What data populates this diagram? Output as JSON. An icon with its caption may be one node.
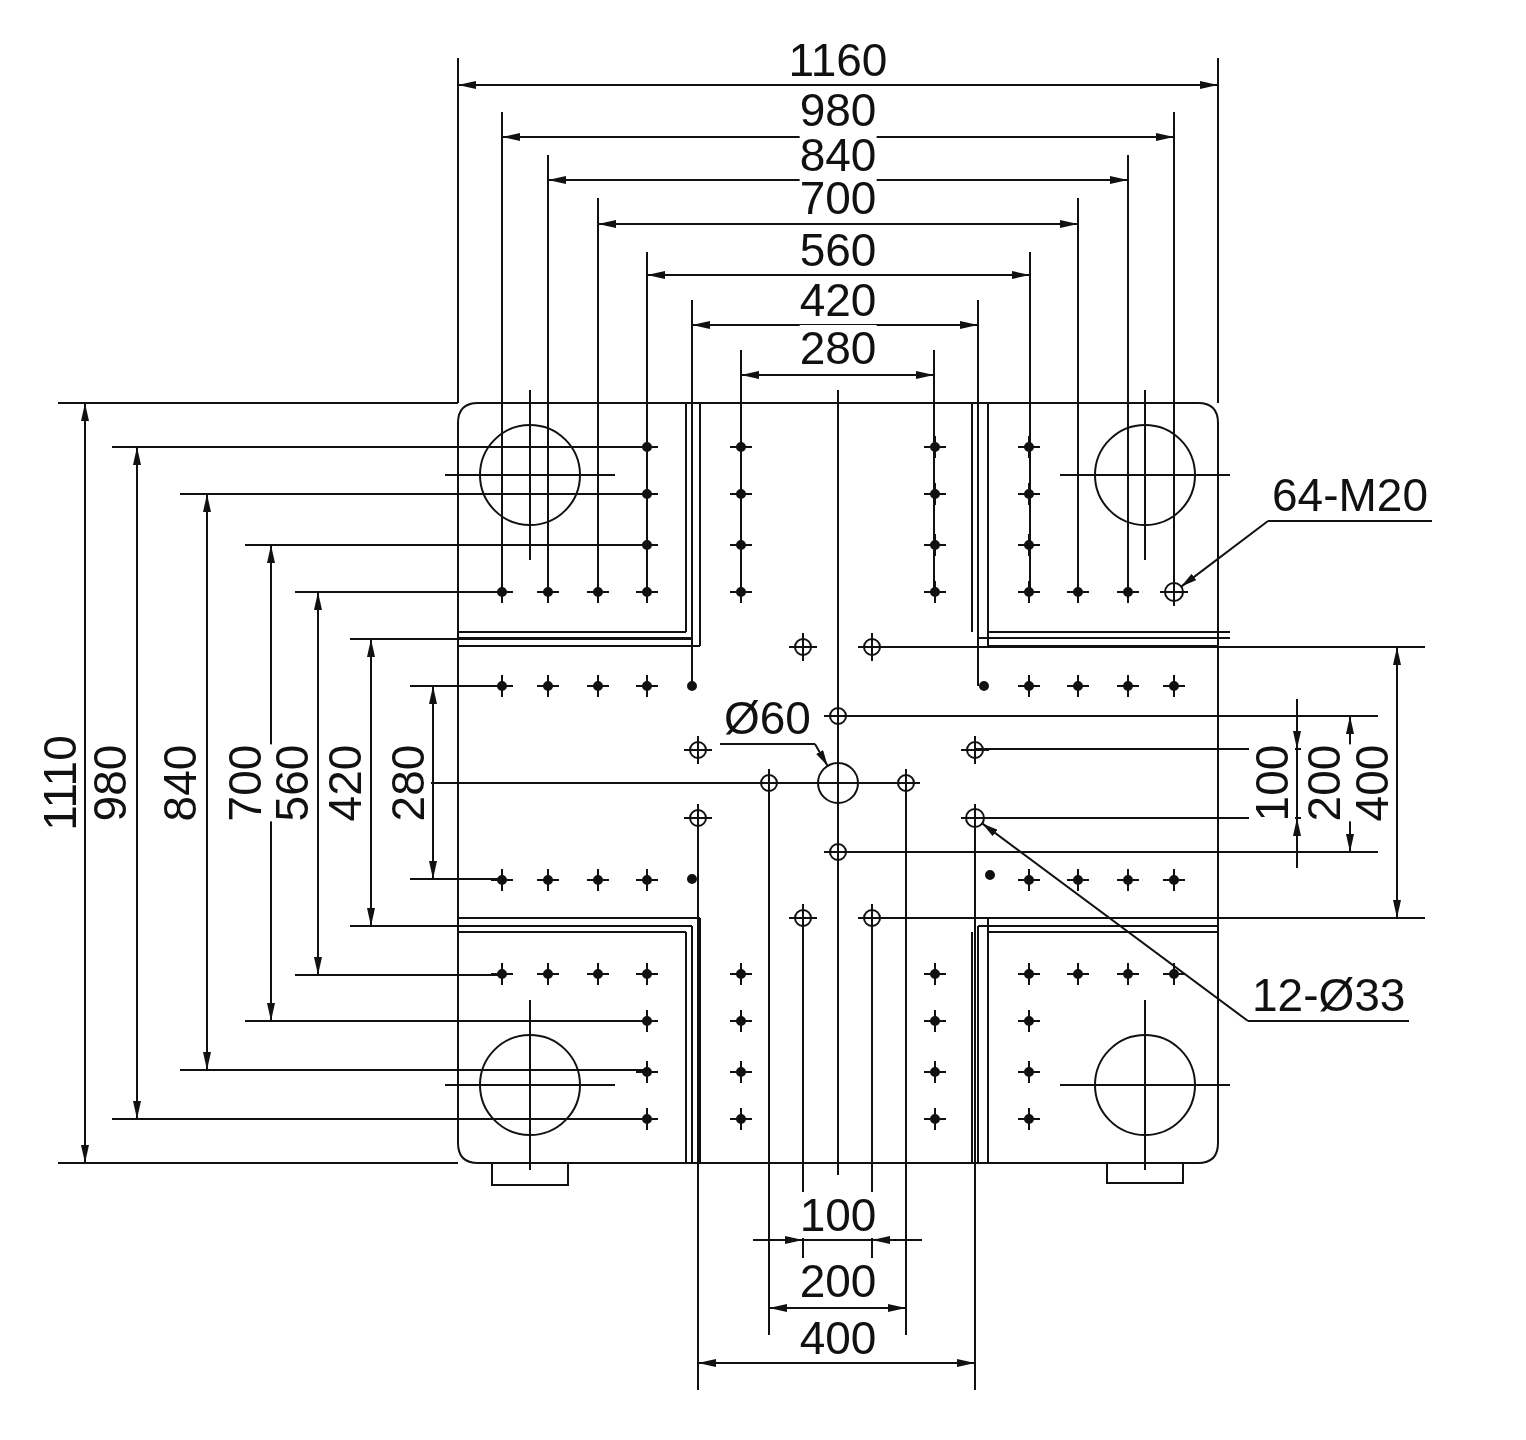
{
  "diagram": {
    "nodes": [
      {
        "text": [
          "64-M20"
        ]
      },
      {
        "text": [],
        "shape": "circle"
      },
      {
        "text": [
          "Ø60"
        ]
      },
      {
        "text": [],
        "shape": "circle"
      },
      {
        "text": [
          "12-Ø33"
        ]
      },
      {
        "text": [],
        "shape": "circle"
      }
    ],
    "edges": [
      {
        "from": 0,
        "to": 1,
        "arrow": "to"
      },
      {
        "from": 2,
        "to": 3,
        "arrow": "to"
      },
      {
        "from": 4,
        "to": 5,
        "arrow": "to"
      }
    ],
    "labels": [
      "1160",
      "980",
      "840",
      "700",
      "560",
      "420",
      "280",
      "1110",
      "980",
      "840",
      "700",
      "560",
      "420",
      "280",
      "100",
      "200",
      "400",
      "100",
      "200",
      "400"
    ]
  }
}
